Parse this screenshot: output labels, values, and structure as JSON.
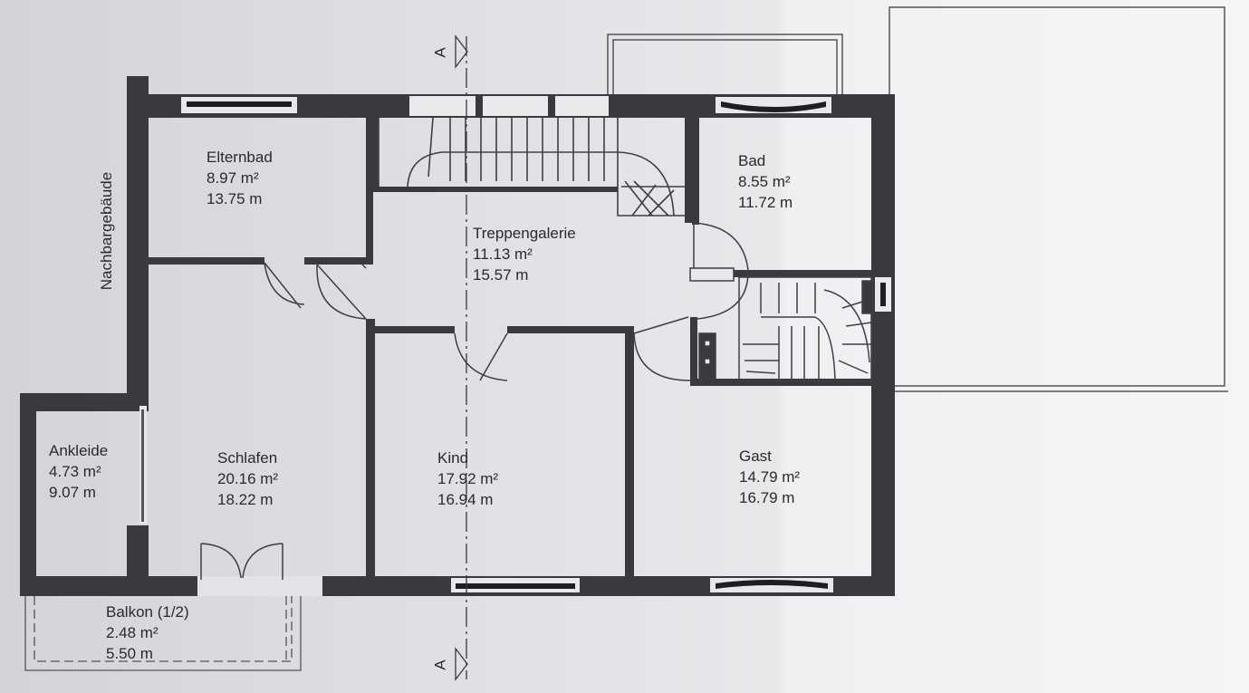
{
  "rooms": [
    {
      "name": "Elternbad",
      "area": "8.97 m²",
      "perimeter": "13.75 m"
    },
    {
      "name": "Bad",
      "area": "8.55 m²",
      "perimeter": "11.72 m"
    },
    {
      "name": "Treppengalerie",
      "area": "11.13 m²",
      "perimeter": "15.57 m"
    },
    {
      "name": "Ankleide",
      "area": "4.73 m²",
      "perimeter": "9.07 m"
    },
    {
      "name": "Schlafen",
      "area": "20.16 m²",
      "perimeter": "18.22 m"
    },
    {
      "name": "Kind",
      "area": "17.92 m²",
      "perimeter": "16.94 m"
    },
    {
      "name": "Gast",
      "area": "14.79 m²",
      "perimeter": "16.79 m"
    },
    {
      "name": "Balkon (1/2)",
      "area": "2.48 m²",
      "perimeter": "5.50 m"
    }
  ],
  "neighbor_label": "Nachbargebäude",
  "section_marker": "A",
  "colors": {
    "wall": "#3a393d",
    "line": "#4a4a4e",
    "text": "#2a2a2c"
  }
}
